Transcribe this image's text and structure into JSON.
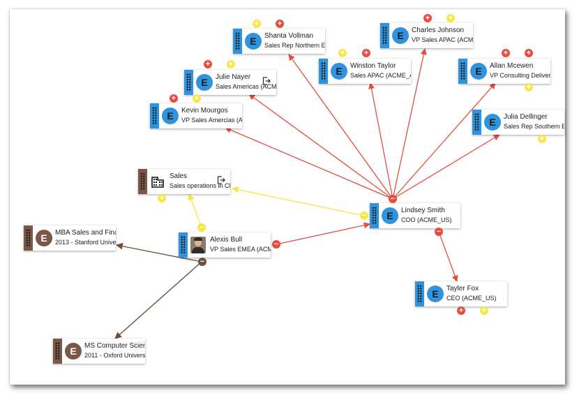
{
  "colors": {
    "red": "#e74c3c",
    "yellow": "#f5e84a",
    "brown": "#6f4e3f",
    "blue": "#2f93dd"
  },
  "nodes": {
    "shanta": {
      "initial": "E",
      "name": "Shanta Vollman",
      "detail": "Sales Rep Northern Eu"
    },
    "charles": {
      "initial": "E",
      "name": "Charles Johnson",
      "detail": "VP Sales APAC (ACME"
    },
    "winston": {
      "initial": "E",
      "name": "Winston Taylor",
      "detail": "Sales APAC (ACME_A"
    },
    "allan": {
      "initial": "E",
      "name": "Allan Mcewen",
      "detail": "VP Consulting Deliver"
    },
    "julie": {
      "initial": "E",
      "name": "Julie Nayer",
      "detail": "Sales Americas (ACM"
    },
    "kevin": {
      "initial": "E",
      "name": "Kevin Mourgos",
      "detail": "VP Sales Amercias (A"
    },
    "julia": {
      "initial": "E",
      "name": "Julia Dellinger",
      "detail": "Sales Rep Southern Eu"
    },
    "sales": {
      "icon": "building-icon",
      "name": "Sales",
      "detail": "Sales operations in Ch"
    },
    "lindsey": {
      "initial": "E",
      "name": "Lindsey Smith",
      "detail": "COO (ACME_US)"
    },
    "mba": {
      "initial": "E",
      "name": "MBA Sales and Fina",
      "detail": "2013 - Stanford Unive"
    },
    "alexis": {
      "icon": "person-photo",
      "name": "Alexis Bull",
      "detail": "VP Sales EMEA (ACM"
    },
    "tayler": {
      "initial": "E",
      "name": "Tayler Fox",
      "detail": "CEO (ACME_US)"
    },
    "mscs": {
      "initial": "E",
      "name": "MS Computer Scienc",
      "detail": "2011 - Oxford Univers"
    }
  },
  "badges": {
    "plus": "+",
    "minus": "−"
  }
}
